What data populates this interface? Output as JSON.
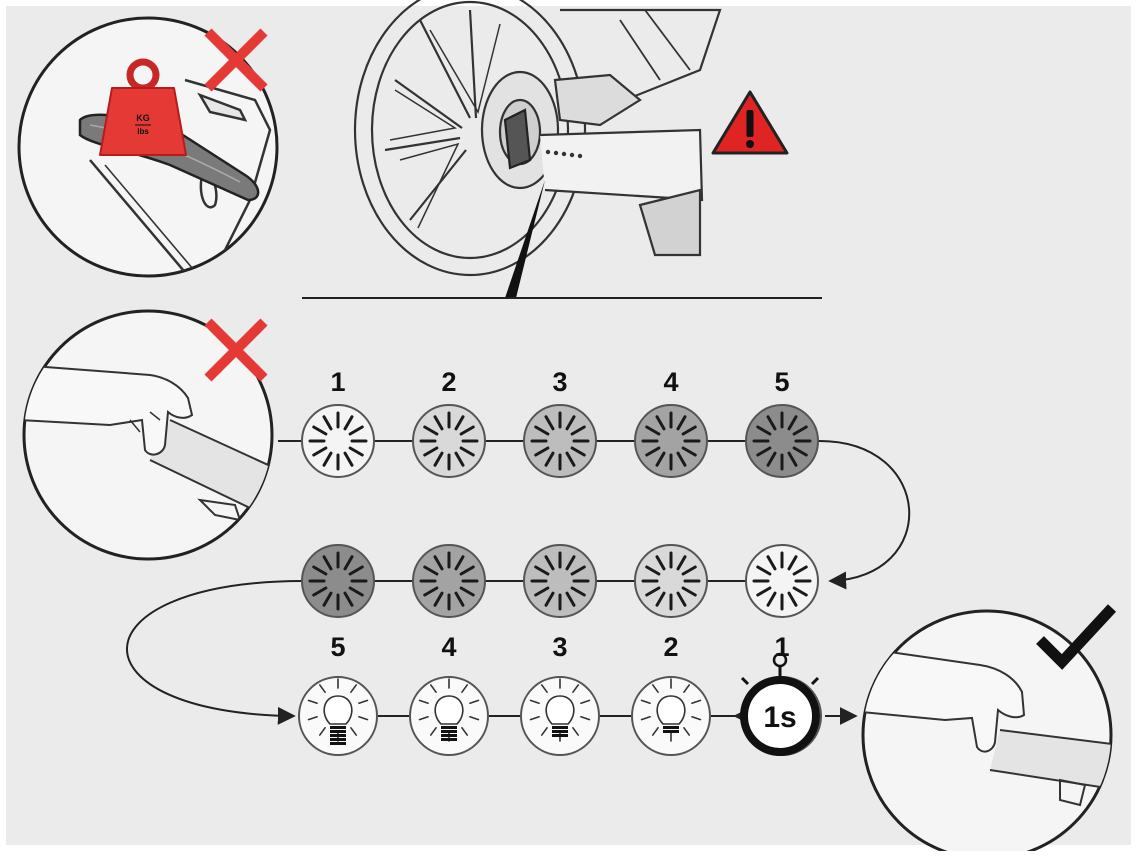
{
  "colors": {
    "panel_bg": "#ebebeb",
    "line": "#222222",
    "warning_red": "#e02424",
    "cross_red": "#e53935",
    "check_black": "#111111",
    "intensity_shades": [
      "#f4f4f4",
      "#d9d9d9",
      "#bdbdbd",
      "#a3a3a3",
      "#8c8c8c"
    ]
  },
  "icons": {
    "top_left_inset": "weight-on-handle-prohibited",
    "top_center": "wheel-hub-with-led-indicator",
    "warning": "warning-triangle-icon",
    "left_inset": "hand-gripping-handle",
    "bottom_right_inset": "hand-gripping-handle-correct",
    "timer": "stopwatch-icon"
  },
  "weight": {
    "line1": "KG",
    "line2": "lbs"
  },
  "row1": {
    "labels": [
      "1",
      "2",
      "3",
      "4",
      "5"
    ],
    "shade_levels": [
      0,
      1,
      2,
      3,
      4
    ]
  },
  "row2": {
    "shade_levels": [
      4,
      3,
      2,
      1,
      0
    ]
  },
  "row3": {
    "labels": [
      "5",
      "4",
      "3",
      "2",
      "1"
    ],
    "lit_bars": [
      5,
      4,
      3,
      2,
      1
    ]
  },
  "timer": {
    "label": "1s"
  }
}
